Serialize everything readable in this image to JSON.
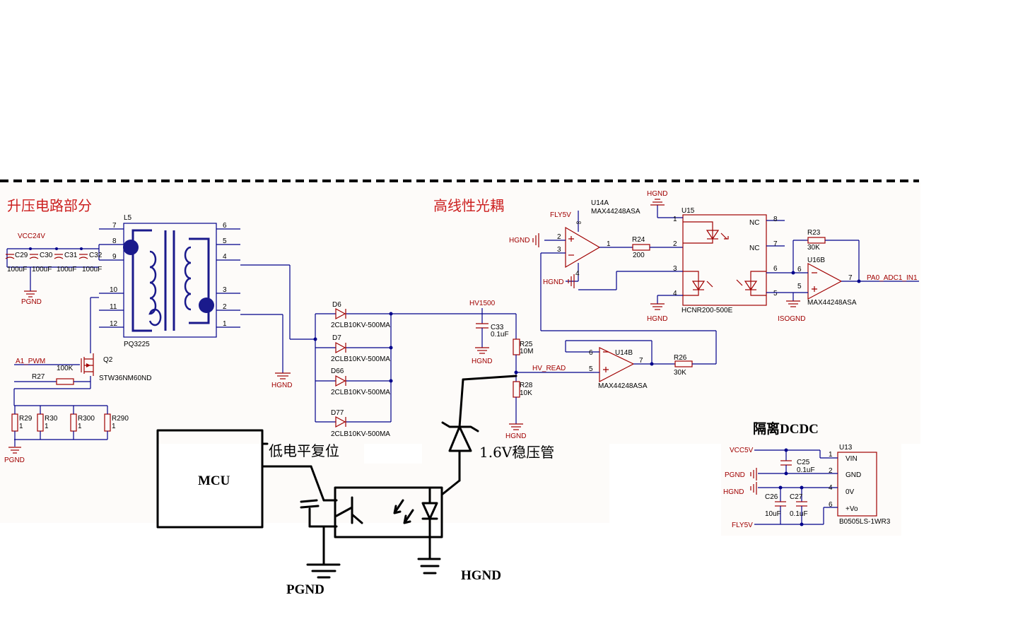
{
  "sections": {
    "boost": "升压电路部分",
    "optocoupler": "高线性光耦",
    "dcdc": "隔离DCDC"
  },
  "annotations": {
    "mcu": "MCU",
    "reset": "低电平复位",
    "zener": "1.6V稳压管",
    "pgnd": "PGND",
    "hgnd": "HGND"
  },
  "labels": {
    "L5": "L5",
    "PQ3225": "PQ3225",
    "p7": "7",
    "p8": "8",
    "p9": "9",
    "p10": "10",
    "p11": "11",
    "p12": "12",
    "p6": "6",
    "p5": "5",
    "p4": "4",
    "p3": "3",
    "p2": "2",
    "p1": "1",
    "VCC24V": "VCC24V",
    "C29": "C29",
    "C30": "C30",
    "C31": "C31",
    "C32": "C32",
    "c100uF": "100uF",
    "PGND": "PGND",
    "HGND": "HGND",
    "A1_PWM": "A1_PWM",
    "R27": "R27",
    "R27v": "100K",
    "Q2": "Q2",
    "Q2v": "STW36NM60ND",
    "R29": "R29",
    "R30": "R30",
    "R300": "R300",
    "R290": "R290",
    "one": "1",
    "D6": "D6",
    "D7": "D7",
    "D66": "D66",
    "D77": "D77",
    "diode": "2CLB10KV-500MA",
    "HV1500": "HV1500",
    "C33": "C33",
    "C33v": "0.1uF",
    "R25": "R25",
    "R25v": "10M",
    "R28": "R28",
    "R28v": "10K",
    "HV_READ": "HV_READ",
    "FLY5V": "FLY5V",
    "U14A": "U14A",
    "MAX": "MAX44248ASA",
    "R24": "R24",
    "R24v": "200",
    "U15": "U15",
    "HCNR": "HCNR200-500E",
    "NC": "NC",
    "R23": "R23",
    "R23v": "30K",
    "U16B": "U16B",
    "PA0": "PA0_ADC1_IN1",
    "ISOGND": "ISOGND",
    "U14B": "U14B",
    "R26": "R26",
    "R26v": "30K",
    "U13": "U13",
    "VCC5V": "VCC5V",
    "C25": "C25",
    "C25v": "0.1uF",
    "C26": "C26",
    "C26v": "10uF",
    "C27": "C27",
    "C27v": "0.1uF",
    "VIN": "VIN",
    "GND": "GND",
    "OV": "0V",
    "Vo": "+Vo",
    "B0505": "B0505LS-1WR3",
    "inf": "∞",
    "pin1": "1",
    "pin2": "2",
    "pin3": "3",
    "pin4": "4",
    "pin5": "5",
    "pin6": "6",
    "pin7": "7",
    "pin8": "8"
  }
}
